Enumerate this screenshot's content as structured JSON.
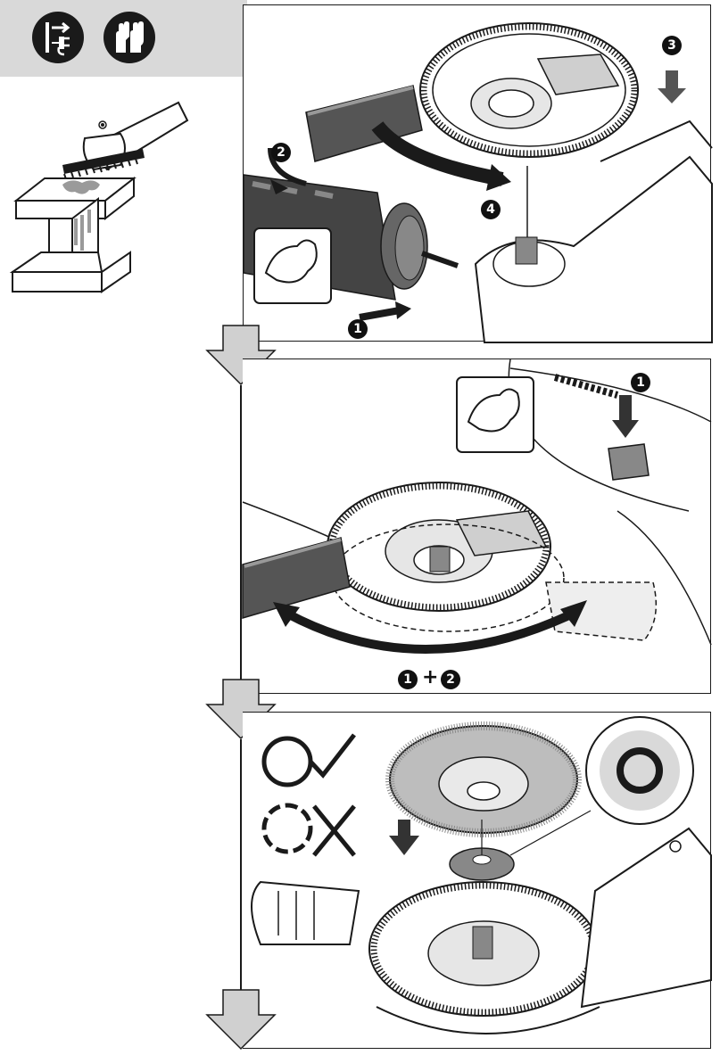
{
  "header": {
    "icons": [
      "unplug-before-work-icon",
      "wear-gloves-icon"
    ]
  },
  "panel1": {
    "steps": [
      "1",
      "2",
      "3",
      "4"
    ]
  },
  "panel2": {
    "steps": [
      "1"
    ],
    "combo": {
      "a": "1",
      "plus": "+",
      "b": "2"
    }
  },
  "panel3": {
    "symbols": [
      "rotation-correct-icon",
      "rotation-wrong-icon"
    ]
  },
  "colors": {
    "line": "#1a1a1a",
    "header_band": "#d9d9d9",
    "arrow_fill": "#d0d0d0",
    "badge": "#111111"
  }
}
